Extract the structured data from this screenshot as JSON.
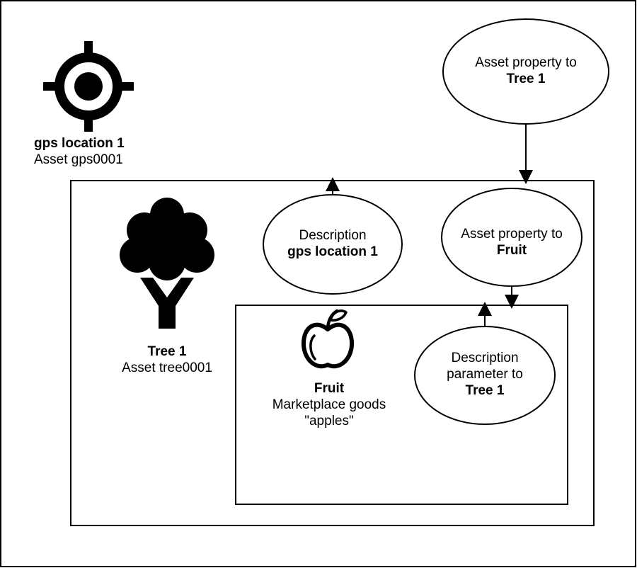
{
  "nodes": {
    "gps": {
      "icon": "crosshair-target-icon",
      "title": "gps location 1",
      "subtitle": "Asset gps0001"
    },
    "tree": {
      "icon": "tree-icon",
      "title": "Tree 1",
      "subtitle": "Asset tree0001"
    },
    "fruit": {
      "icon": "apple-icon",
      "title": "Fruit",
      "subtitle": "Marketplace goods",
      "value": "\"apples\""
    }
  },
  "ellipses": {
    "asset_property_tree": {
      "line1": "Asset property to",
      "line2": "Tree 1"
    },
    "description_gps": {
      "line1": "Description",
      "line2": "gps location 1"
    },
    "asset_property_fruit": {
      "line1": "Asset property to",
      "line2": "Fruit"
    },
    "description_param_tree": {
      "line1": "Description",
      "line2": "parameter to",
      "line3": "Tree 1"
    }
  }
}
